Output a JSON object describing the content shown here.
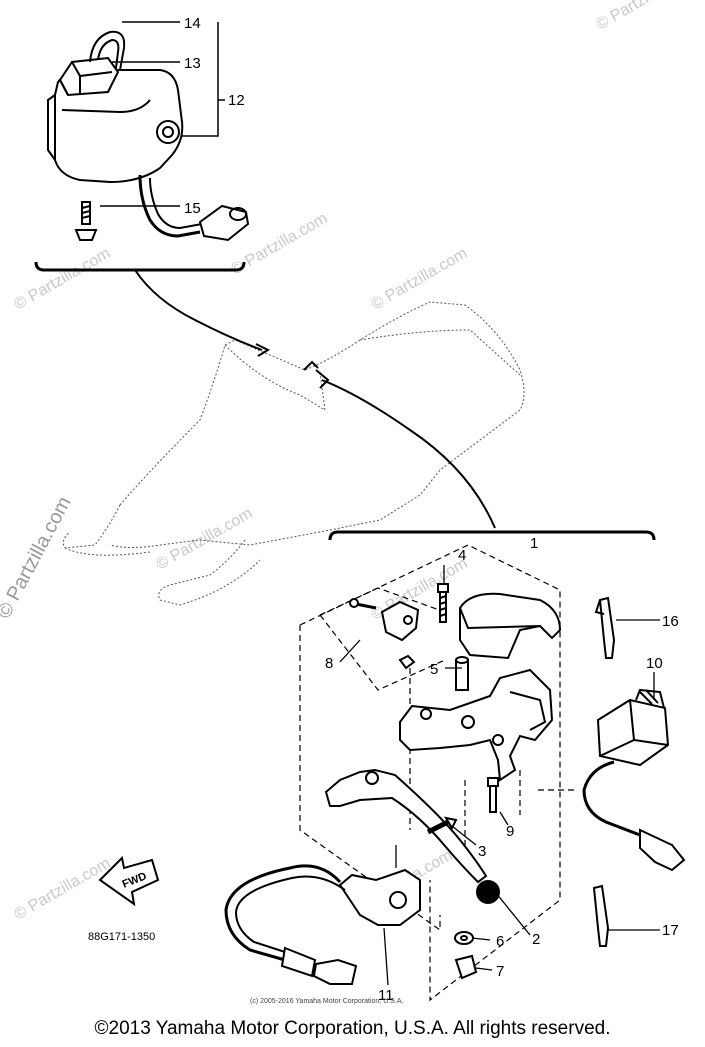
{
  "callouts": [
    "1",
    "2",
    "3",
    "4",
    "5",
    "6",
    "7",
    "8",
    "9",
    "10",
    "11",
    "12",
    "13",
    "14",
    "15",
    "16",
    "17"
  ],
  "part_number": "88G171-1350",
  "fwd_label": "FWD",
  "watermark": "© Partzilla.com",
  "small_copyright": "(c) 2005-2016 Yamaha Motor Corporation, U.S.A.",
  "copyright": "©2013 Yamaha Motor Corporation, U.S.A. All rights reserved."
}
